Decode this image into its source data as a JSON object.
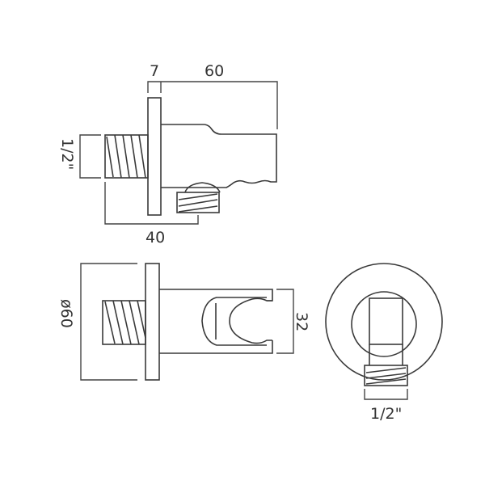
{
  "drawing": {
    "subject": "Wall outlet elbow with shower handset holder - technical dimension drawing",
    "views": [
      "side-view",
      "front-view",
      "end-view"
    ],
    "line_color": "#3a3a3a",
    "background": "#ffffff"
  },
  "side_view": {
    "dim_plate_thickness": "7",
    "dim_body_length": "60",
    "dim_thread_size": "1/2\"",
    "dim_projection": "40"
  },
  "front_view": {
    "dim_plate_diameter": "ø60",
    "dim_body_height": "32"
  },
  "end_view": {
    "dim_outlet_thread": "1/2\""
  }
}
